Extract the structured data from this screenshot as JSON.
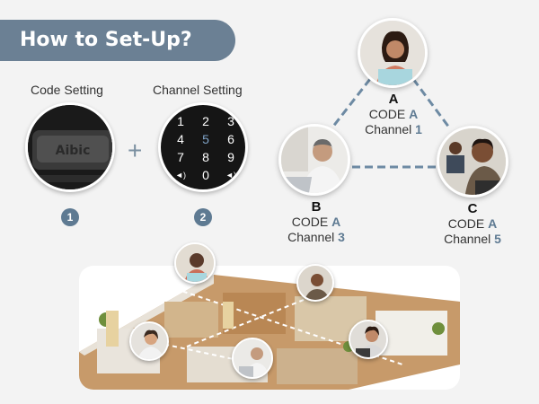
{
  "header": {
    "title": "How to Set-Up?"
  },
  "steps": [
    {
      "label": "Code Setting",
      "number": "1",
      "device_text": "Aibic"
    },
    {
      "label": "Channel Setting",
      "number": "2",
      "keys": [
        "1",
        "2",
        "3",
        "4",
        "5",
        "6",
        "7",
        "8",
        "9",
        "◄)",
        "0",
        "◄)"
      ]
    }
  ],
  "plus_symbol": "+",
  "users": [
    {
      "letter": "A",
      "code_prefix": "CODE ",
      "code": "A",
      "channel_prefix": "Channel ",
      "channel": "1"
    },
    {
      "letter": "B",
      "code_prefix": "CODE ",
      "code": "A",
      "channel_prefix": "Channel ",
      "channel": "3"
    },
    {
      "letter": "C",
      "code_prefix": "CODE ",
      "code": "A",
      "channel_prefix": "Channel ",
      "channel": "5"
    }
  ],
  "colors": {
    "accent": "#5e7a92",
    "banner": "#6b8094",
    "line": "#6d8aa3"
  }
}
